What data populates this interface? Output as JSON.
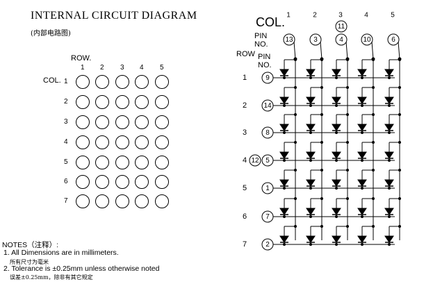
{
  "header": {
    "title": "INTERNAL CIRCUIT DIAGRAM",
    "subtitle": "(内部电路图)"
  },
  "dot_matrix": {
    "row_label": "ROW.",
    "col_label": "COL.",
    "top_numbers": [
      "1",
      "2",
      "3",
      "4",
      "5"
    ],
    "side_numbers": [
      "1",
      "2",
      "3",
      "4",
      "5",
      "6",
      "7"
    ]
  },
  "circuit": {
    "col_label": "COL.",
    "pin_no_label": "PIN\nNO.",
    "row_label": "ROW",
    "row_pin_label": "PIN\nNO.",
    "col_numbers": [
      "1",
      "2",
      "3",
      "4",
      "5"
    ],
    "col_pins": [
      "13",
      "3",
      "4",
      "10",
      "6"
    ],
    "extra_col_pin": "11",
    "row_numbers": [
      "1",
      "2",
      "3",
      "4",
      "5",
      "6",
      "7"
    ],
    "row_pins": [
      "9",
      "14",
      "8",
      "5",
      "1",
      "7",
      "2"
    ],
    "extra_row_pin": "12"
  },
  "notes": {
    "heading": "NOTES（注释）:",
    "items": [
      {
        "text": "1. All Dimensions are in millimeters.",
        "cn": "所有尺寸为毫米"
      },
      {
        "text": "2. Tolerance is ±0.25mm unless otherwise noted",
        "cn": "误差±0.25mm，除非有其它规定"
      }
    ]
  }
}
